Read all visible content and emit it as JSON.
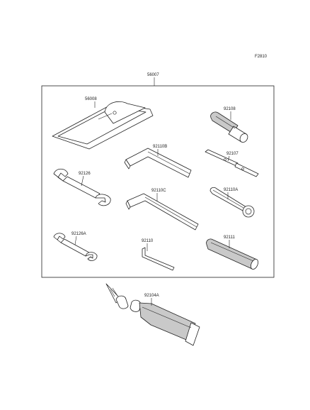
{
  "figure_id": "F2810",
  "kit_label": "56007",
  "parts": {
    "case": "56008",
    "plug_wrench": "92108",
    "hex_big": "92110B",
    "screwdriver": "92107",
    "wrench_a": "92126",
    "spanner_hook": "92110A",
    "hex_mid": "92110C",
    "wrench_b": "92126A",
    "hex_small": "92110",
    "handle": "92111",
    "grease_tube": "92104A"
  }
}
